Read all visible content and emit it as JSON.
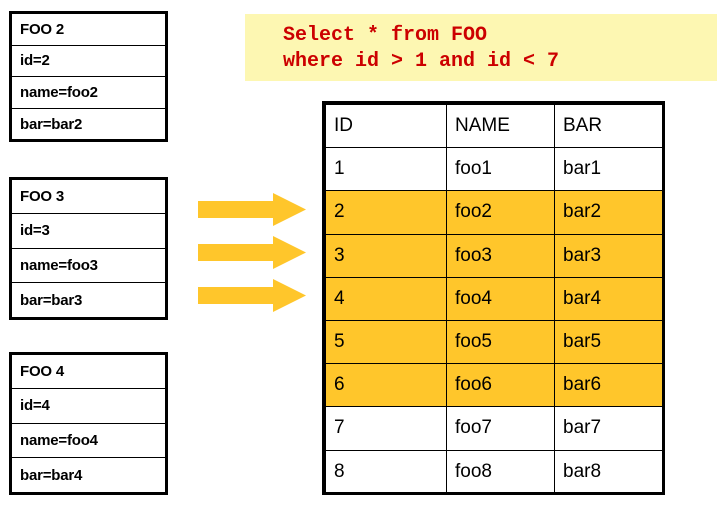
{
  "records": [
    {
      "title": "FOO 2",
      "fields": [
        "id=2",
        "name=foo2",
        "bar=bar2"
      ]
    },
    {
      "title": "FOO 3",
      "fields": [
        "id=3",
        "name=foo3",
        "bar=bar3"
      ]
    },
    {
      "title": "FOO 4",
      "fields": [
        "id=4",
        "name=foo4",
        "bar=bar4"
      ]
    }
  ],
  "arrows": [
    {
      "name": "flow-arrow-1"
    },
    {
      "name": "flow-arrow-2"
    },
    {
      "name": "flow-arrow-3"
    }
  ],
  "sql": {
    "line1": "Select * from FOO",
    "line2": "where id > 1 and id < 7"
  },
  "table": {
    "columns": [
      "ID",
      "NAME",
      "BAR"
    ],
    "rows": [
      {
        "cells": [
          "1",
          "foo1",
          "bar1"
        ],
        "highlighted": false
      },
      {
        "cells": [
          "2",
          "foo2",
          "bar2"
        ],
        "highlighted": true
      },
      {
        "cells": [
          "3",
          "foo3",
          "bar3"
        ],
        "highlighted": true
      },
      {
        "cells": [
          "4",
          "foo4",
          "bar4"
        ],
        "highlighted": true
      },
      {
        "cells": [
          "5",
          "foo5",
          "bar5"
        ],
        "highlighted": true
      },
      {
        "cells": [
          "6",
          "foo6",
          "bar6"
        ],
        "highlighted": true
      },
      {
        "cells": [
          "7",
          "foo7",
          "bar7"
        ],
        "highlighted": false
      },
      {
        "cells": [
          "8",
          "foo8",
          "bar8"
        ],
        "highlighted": false
      }
    ]
  },
  "colors": {
    "highlight": "#ffc62b",
    "arrow": "#ffc62b",
    "sql_background": "#fdf7b2",
    "sql_text": "#cc0000",
    "border": "#000000"
  }
}
